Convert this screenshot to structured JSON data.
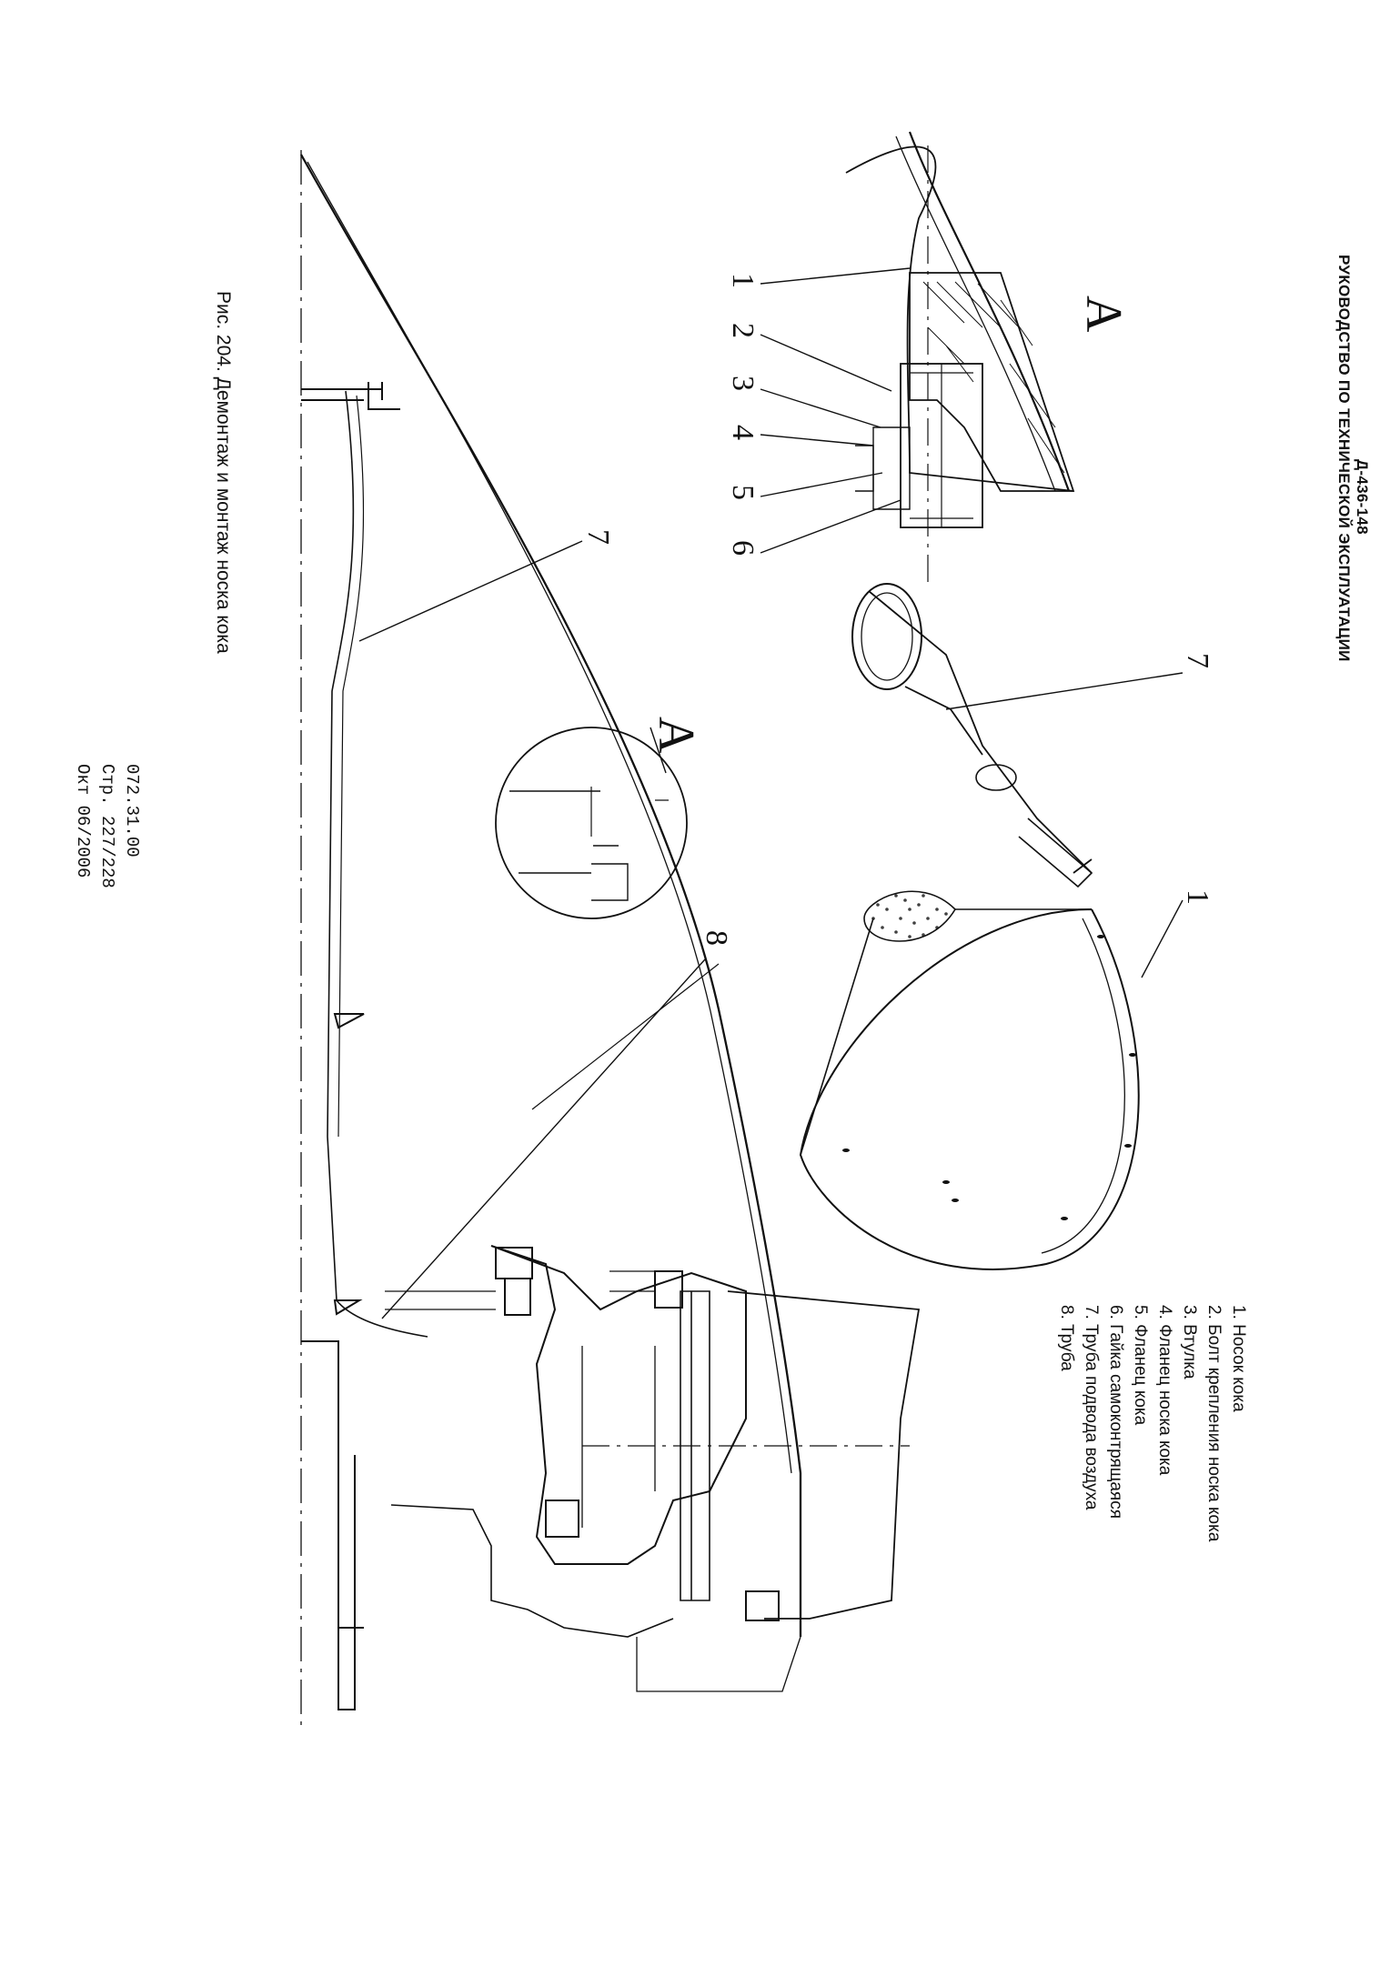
{
  "header": {
    "doc_code": "Д-436-148",
    "doc_title": "РУКОВОДСТВО ПО ТЕХНИЧЕСКОЙ ЭКСПЛУАТАЦИИ"
  },
  "legend": [
    "1.  Носок кока",
    "2.  Болт крепления носка кока",
    "3.  Втулка",
    "4.  Фланец носка кока",
    "5.  Фланец кока",
    "6.  Гайка самоконтрящаяся",
    "7.  Труба подвода воздуха",
    "8.  Труба"
  ],
  "callouts": {
    "view_a": "А",
    "detail_numbers": [
      "1",
      "2",
      "3",
      "4",
      "5",
      "6"
    ],
    "tube_7": "7",
    "cone_1": "1",
    "main_7": "7",
    "main_8": "8",
    "circle_a": "А"
  },
  "caption": "Рис. 204. Демонтаж и монтаж носка кока",
  "footer": {
    "code": "072.31.00",
    "page": "Стр. 227/228",
    "date": "Окт 06/2006"
  }
}
